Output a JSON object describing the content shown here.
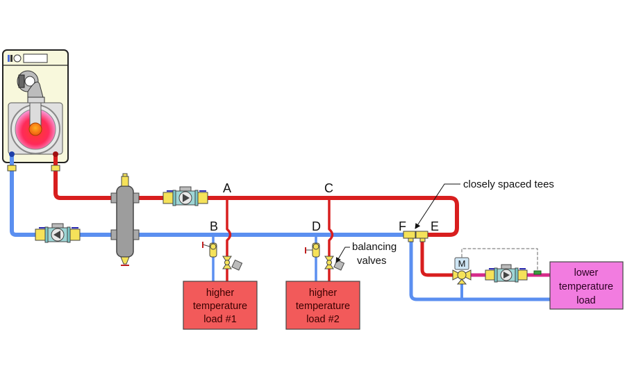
{
  "diagram": {
    "type": "hydronic piping schematic",
    "colors": {
      "supply_hot": "#d81e1e",
      "return": "#5b8ff0",
      "mixed_supply": "#d62a8a",
      "higher_load_fill": "#f25a5a",
      "lower_load_fill": "#f27ce0",
      "fitting_yellow": "#f5e25a"
    },
    "point_labels": {
      "A": "A",
      "B": "B",
      "C": "C",
      "D": "D",
      "E": "E",
      "F": "F"
    },
    "annotations": {
      "closely_spaced_tees": "closely spaced tees",
      "balancing_line1": "balancing",
      "balancing_line2": "valves"
    },
    "loads": [
      {
        "line1": "higher",
        "line2": "temperature",
        "line3": "load #1"
      },
      {
        "line1": "higher",
        "line2": "temperature",
        "line3": "load #2"
      },
      {
        "line1": "lower",
        "line2": "temperature",
        "line3": "load"
      }
    ],
    "mixing_valve_actuator": "M",
    "components": [
      "boiler",
      "hydraulic-separator",
      "boiler-circulator",
      "system-circulator",
      "mixing-valve",
      "mixing-circulator",
      "balancing-valves",
      "flow-check-valves"
    ]
  }
}
